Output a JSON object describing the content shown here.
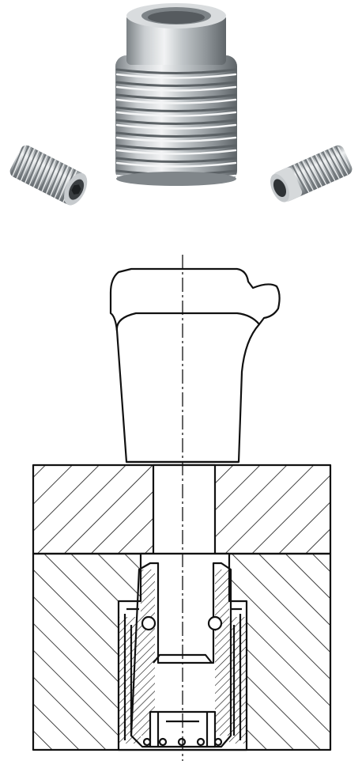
{
  "figure": {
    "products": [
      {
        "name": "small-threaded-bush-left",
        "view": "hex-socket-end"
      },
      {
        "name": "large-threaded-bush-center",
        "view": "plain-collar-top"
      },
      {
        "name": "small-threaded-bush-right",
        "view": "bore-end"
      }
    ],
    "drawing": {
      "type": "section-view",
      "parts": [
        "tool-part",
        "upper-plate",
        "lower-plate",
        "threaded-bush"
      ],
      "hatch": "diagonal",
      "centerline": "dash-dot"
    },
    "colors": {
      "ink": "#111111",
      "steel_light": "#eef0f1",
      "steel_mid": "#b6bbbf",
      "steel_dark": "#6c7276",
      "background": "#ffffff"
    }
  }
}
